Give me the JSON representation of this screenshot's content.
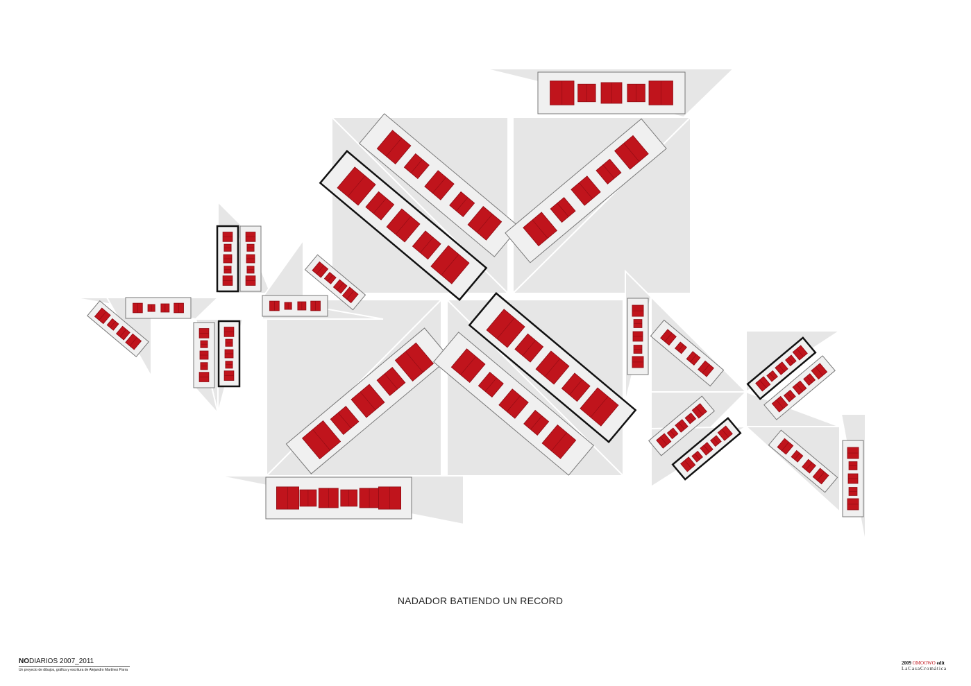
{
  "title": "NADADOR BATIENDO UN RECORD",
  "footer": {
    "series_bold": "NO",
    "series_rest": "DIARIOS 2007_2011",
    "subtitle": "Un proyecto de dibujos, gráfica y escritura de Alejandro Martínez Parra",
    "year": "2009",
    "brand": "OMOOWO",
    "edit": "edit",
    "publisher": "LaCasaCromática"
  },
  "colors": {
    "tile": "#e6e6e6",
    "tile_line": "#ffffff",
    "panel_fill": "#f0f0f0",
    "panel_border": "#777777",
    "panel_border_strong": "#111111",
    "block": "#c0141c",
    "block_dark": "#8e0a12"
  }
}
